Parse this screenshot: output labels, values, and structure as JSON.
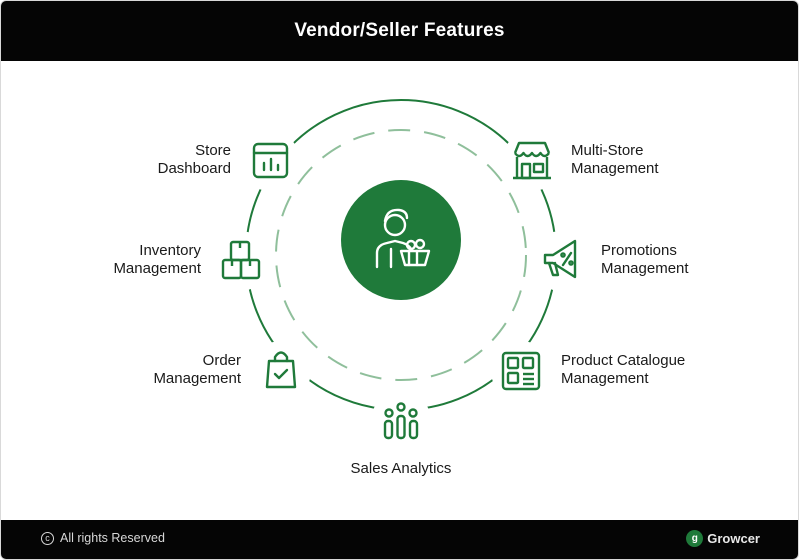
{
  "header": {
    "title": "Vendor/Seller Features"
  },
  "center": {
    "icon": "vendor-with-basket-icon"
  },
  "features": [
    {
      "id": "store-dashboard",
      "label_line1": "Store",
      "label_line2": "Dashboard",
      "icon": "dashboard-icon"
    },
    {
      "id": "inventory-management",
      "label_line1": "Inventory",
      "label_line2": "Management",
      "icon": "boxes-icon"
    },
    {
      "id": "order-management",
      "label_line1": "Order",
      "label_line2": "Management",
      "icon": "shopping-bag-check-icon"
    },
    {
      "id": "sales-analytics",
      "label_line1": "Sales Analytics",
      "label_line2": "",
      "icon": "people-bars-icon"
    },
    {
      "id": "product-catalogue-management",
      "label_line1": "Product Catalogue",
      "label_line2": "Management",
      "icon": "catalogue-grid-icon"
    },
    {
      "id": "promotions-management",
      "label_line1": "Promotions",
      "label_line2": "Management",
      "icon": "megaphone-percent-icon"
    },
    {
      "id": "multi-store-management",
      "label_line1": "Multi-Store",
      "label_line2": "Management",
      "icon": "storefront-icon"
    }
  ],
  "footer": {
    "copyright": "All rights Reserved",
    "brand": "Growcer"
  },
  "colors": {
    "accent": "#1f7a3a",
    "header_bg": "#050505",
    "dash": "#8fbf9b"
  }
}
